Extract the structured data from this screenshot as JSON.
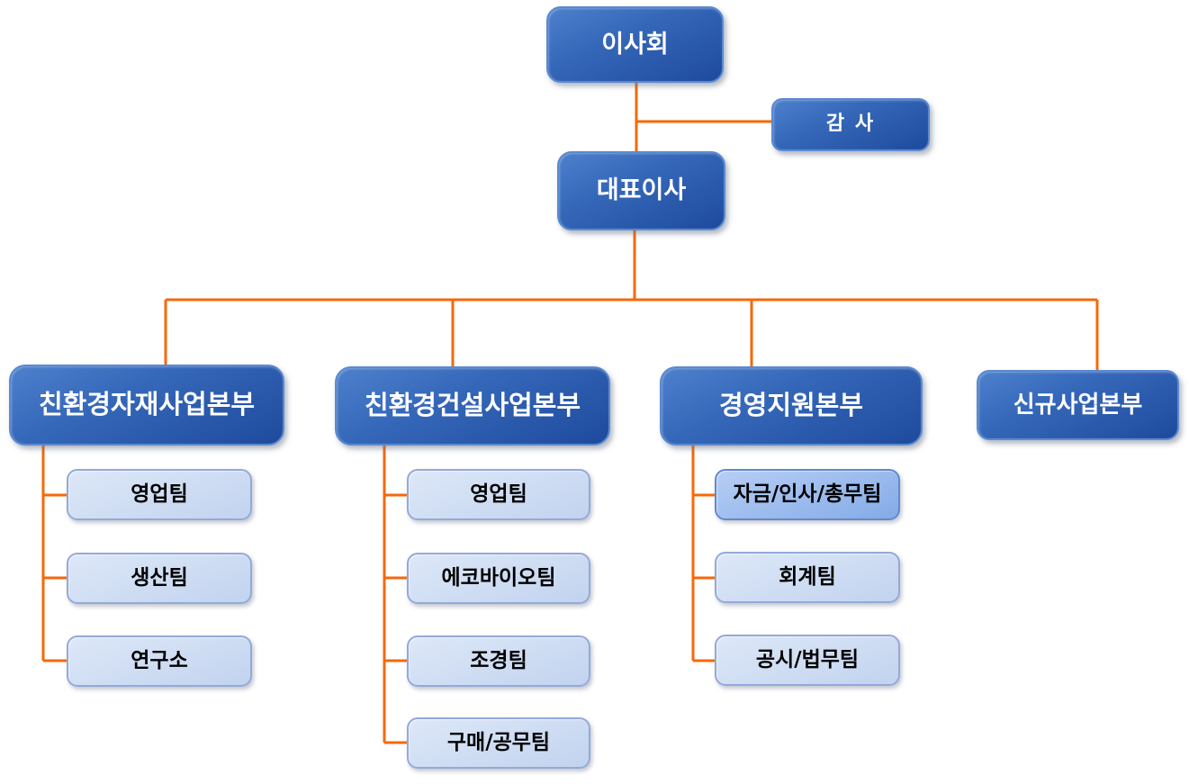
{
  "org": {
    "board": {
      "label": "이사회"
    },
    "auditor": {
      "label": "감 사"
    },
    "ceo": {
      "label": "대표이사"
    },
    "divisions": [
      {
        "label": "친환경자재사업본부",
        "teams": [
          "영업팀",
          "생산팀",
          "연구소"
        ]
      },
      {
        "label": "친환경건설사업본부",
        "teams": [
          "영업팀",
          "에코바이오팀",
          "조경팀",
          "구매/공무팀"
        ]
      },
      {
        "label": "경영지원본부",
        "teams": [
          "자금/인사/총무팀",
          "회계팀",
          "공시/법무팀"
        ]
      },
      {
        "label": "신규사업본부",
        "teams": []
      }
    ],
    "highlighted_team": "자금/인사/총무팀"
  },
  "colors": {
    "page_bg": "#ffffff",
    "connector": "#f4690a",
    "dark_top": "#4d80cc",
    "dark_bottom": "#1e4a9c",
    "dark_border": "#5b8ad0",
    "light_top": "#dde8f8",
    "light_bottom": "#c2d3ef",
    "light_border": "#94a9d9",
    "hl_top": "#b7cef5",
    "hl_bottom": "#84abe7",
    "hl_border": "#6189cf",
    "text_on_dark": "#ffffff",
    "text_on_light": "#000000"
  }
}
